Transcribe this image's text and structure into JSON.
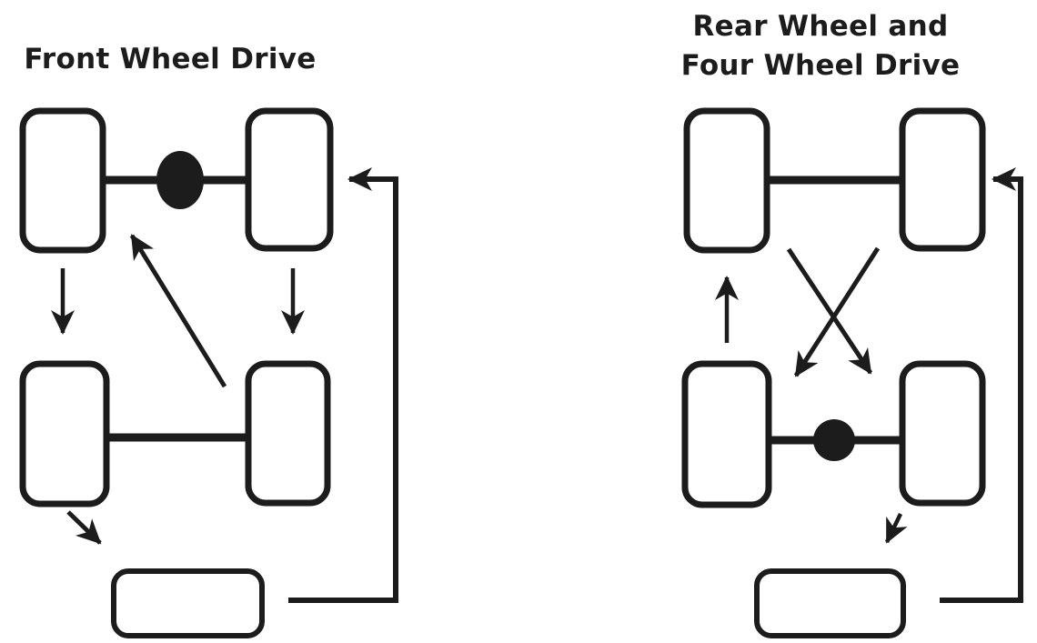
{
  "canvas": {
    "background": "#ffffff",
    "line_color": "#1c1c1c"
  },
  "diagrams": [
    {
      "id": "front-wheel-drive",
      "title": "Front Wheel Drive",
      "drive_axle": "front",
      "hub_shape": "black-oval-on-front-axle",
      "wheels": [
        "front-left",
        "front-right",
        "rear-left",
        "rear-right",
        "spare"
      ],
      "rotation_pattern": [
        {
          "from": "front-left",
          "to": "rear-left",
          "style": "straight-down-arrow"
        },
        {
          "from": "front-right",
          "to": "rear-right",
          "style": "straight-down-arrow"
        },
        {
          "from": "rear-right",
          "to": "front-left",
          "style": "diagonal-arrow"
        },
        {
          "from": "rear-left",
          "to": "spare",
          "style": "short-diagonal-arrow"
        },
        {
          "from": "spare",
          "to": "front-right",
          "style": "right-side-loop-arrow"
        }
      ]
    },
    {
      "id": "rear-and-four-wheel-drive",
      "title_line1": "Rear Wheel and",
      "title_line2": "Four Wheel Drive",
      "drive_axle": "rear",
      "hub_shape": "black-circle-on-rear-axle",
      "wheels": [
        "front-left",
        "front-right",
        "rear-left",
        "rear-right",
        "spare"
      ],
      "rotation_pattern": [
        {
          "from": "rear-left",
          "to": "front-left",
          "style": "straight-up-arrow"
        },
        {
          "from": "front-left",
          "to": "rear-right",
          "style": "diagonal-cross-arrow"
        },
        {
          "from": "front-right",
          "to": "rear-left",
          "style": "diagonal-cross-arrow"
        },
        {
          "from": "rear-right",
          "to": "spare",
          "style": "short-diagonal-arrow"
        },
        {
          "from": "spare",
          "to": "front-right",
          "style": "right-side-loop-arrow"
        }
      ]
    }
  ]
}
